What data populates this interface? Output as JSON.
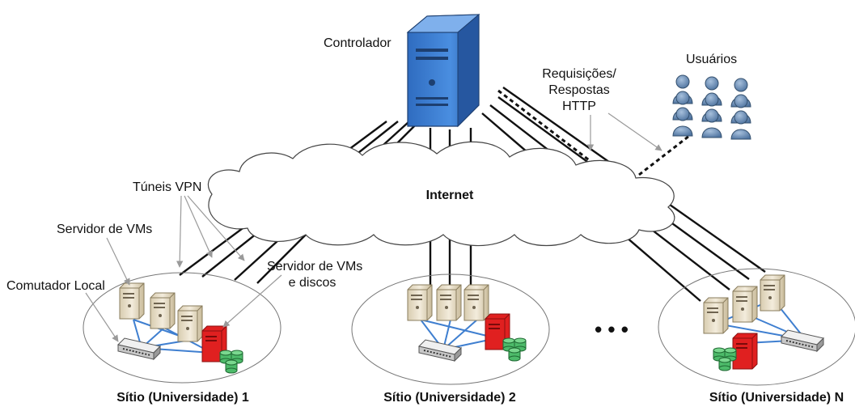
{
  "diagram": {
    "labels": {
      "controller": "Controlador",
      "internet": "Internet",
      "users": "Usuários",
      "http_line1": "Requisições/",
      "http_line2": "Respostas",
      "http_line3": "HTTP",
      "vpn_tunnels": "Túneis VPN",
      "vm_server": "Servidor de VMs",
      "vm_disk_server_line1": "Servidor de VMs",
      "vm_disk_server_line2": "e discos",
      "local_switch": "Comutador Local",
      "ellipsis": "• • •"
    },
    "sites": [
      {
        "label": "Sítio (Universidade) 1"
      },
      {
        "label": "Sítio (Universidade) 2"
      },
      {
        "label": "Sítio (Universidade) N"
      }
    ],
    "colors": {
      "controller_blue": "#3d7fd0",
      "storage_red": "#e02020",
      "disk_green": "#4dbb6a",
      "server_beige": "#e7dcc4",
      "link_blue": "#3f7fd0",
      "user_blue": "#6f92b8"
    }
  }
}
